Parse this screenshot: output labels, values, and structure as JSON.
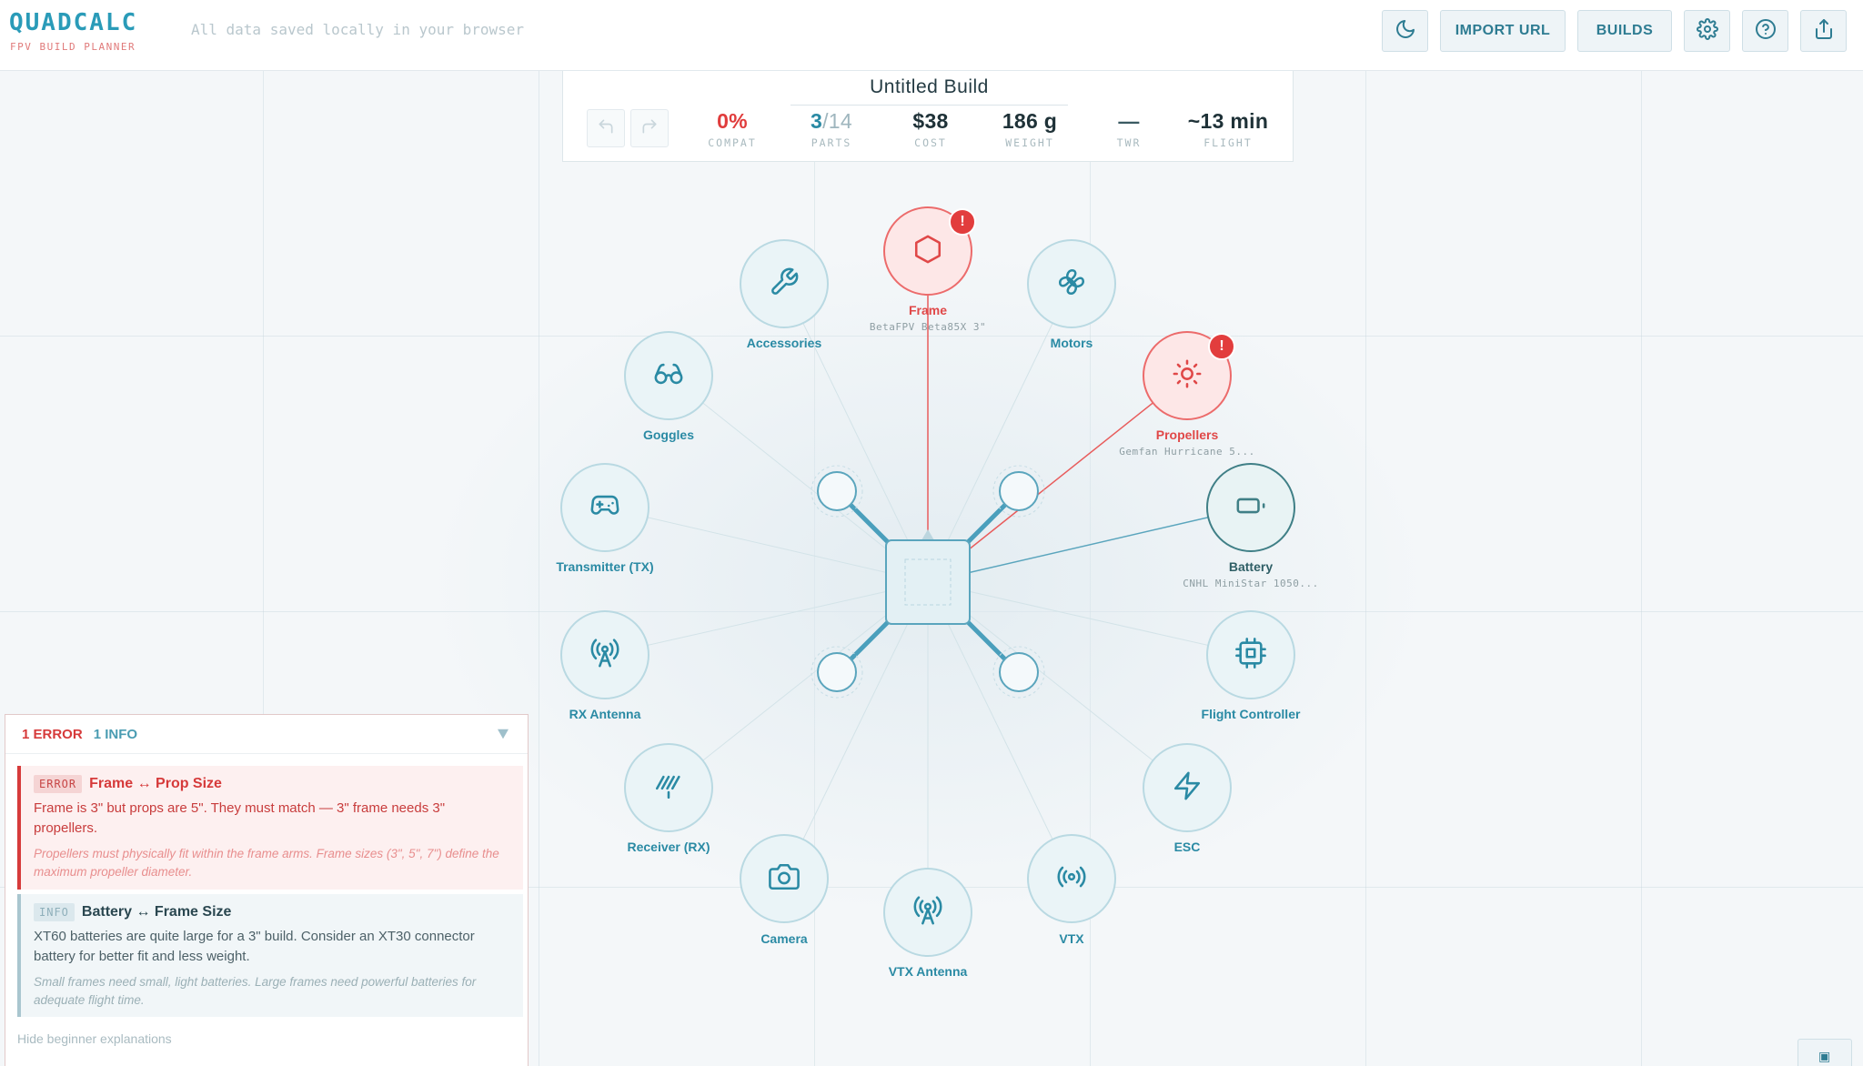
{
  "app": {
    "logo": "QUADCALC",
    "subtitle": "FPV BUILD PLANNER",
    "tagline": "All data saved locally in your browser"
  },
  "toolbar": {
    "theme_icon": "moon-icon",
    "import_label": "IMPORT URL",
    "builds_label": "BUILDS",
    "settings_icon": "gear-icon",
    "help_icon": "help-icon",
    "share_icon": "share-icon"
  },
  "summary": {
    "title": "Untitled Build",
    "stats": {
      "compat": {
        "value": "0%",
        "label": "COMPAT"
      },
      "parts": {
        "value": "3",
        "total": "/14",
        "label": "PARTS"
      },
      "cost": {
        "value": "$38",
        "label": "COST"
      },
      "weight": {
        "value": "186 g",
        "label": "WEIGHT"
      },
      "twr": {
        "value": "—",
        "label": "TWR"
      },
      "flight": {
        "value": "~13 min",
        "label": "FLIGHT"
      }
    }
  },
  "parts": {
    "frame": {
      "label": "Frame",
      "selection": "BetaFPV Beta85X 3\"",
      "status": "error",
      "badge": "!"
    },
    "accessories": {
      "label": "Accessories"
    },
    "motors": {
      "label": "Motors"
    },
    "goggles": {
      "label": "Goggles"
    },
    "propellers": {
      "label": "Propellers",
      "selection": "Gemfan Hurricane 5...",
      "status": "error",
      "badge": "!"
    },
    "transmitter": {
      "label": "Transmitter (TX)"
    },
    "battery": {
      "label": "Battery",
      "selection": "CNHL MiniStar 1050...",
      "status": "selected"
    },
    "rx_antenna": {
      "label": "RX Antenna"
    },
    "flight_controller": {
      "label": "Flight Controller"
    },
    "receiver": {
      "label": "Receiver (RX)"
    },
    "esc": {
      "label": "ESC"
    },
    "camera": {
      "label": "Camera"
    },
    "vtx_antenna": {
      "label": "VTX Antenna"
    },
    "vtx": {
      "label": "VTX"
    }
  },
  "colors": {
    "accent": "#2a9bb8",
    "error": "#e04848",
    "selected": "#3f7f86"
  },
  "issues": {
    "error_count": "1 ERROR",
    "info_count": "1 INFO",
    "items": [
      {
        "tag": "ERROR",
        "title": "Frame ↔ Prop Size",
        "message": "Frame is 3\" but props are 5\". They must match — 3\" frame needs 3\" propellers.",
        "hint": "Propellers must physically fit within the frame arms. Frame sizes (3\", 5\", 7\") define the maximum propeller diameter."
      },
      {
        "tag": "INFO",
        "title": "Battery ↔ Frame Size",
        "message": "XT60 batteries are quite large for a 3\" build. Consider an XT30 connector battery for better fit and less weight.",
        "hint": "Small frames need small, light batteries. Large frames need powerful batteries for adequate flight time."
      }
    ],
    "hide_link": "Hide beginner explanations"
  }
}
